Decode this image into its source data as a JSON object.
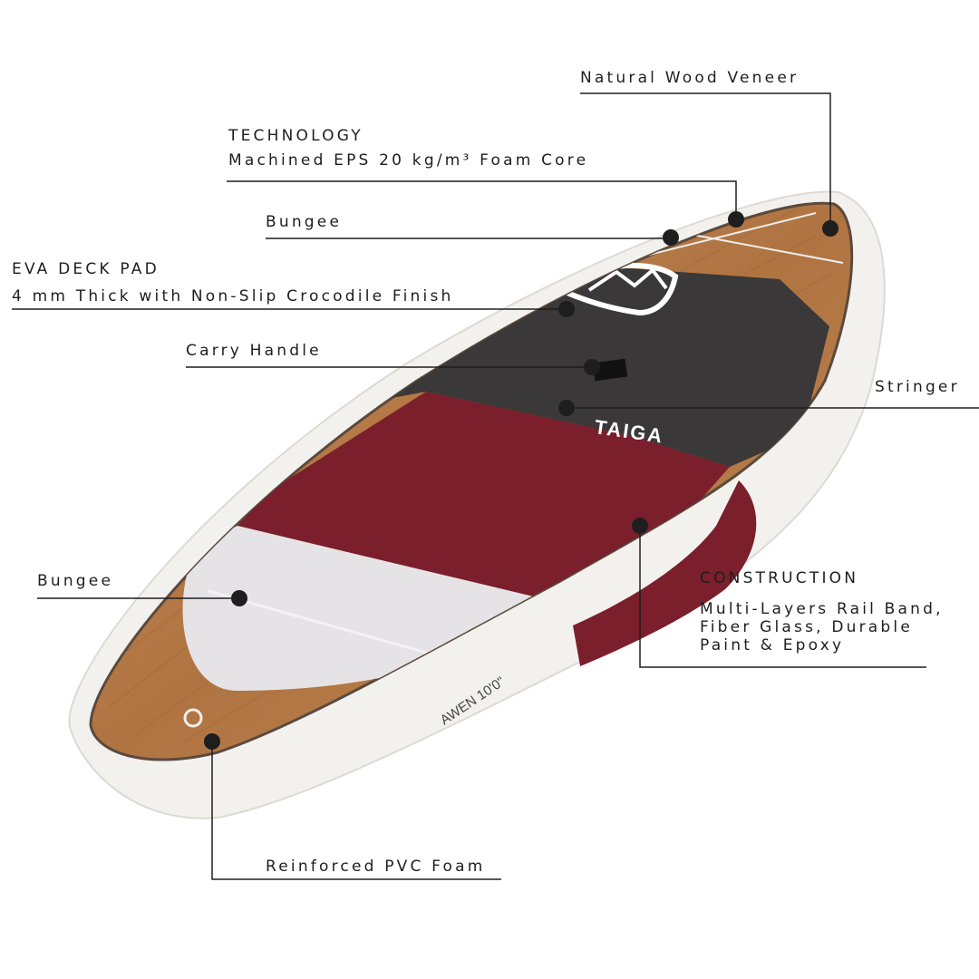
{
  "colors": {
    "wood": "#b77a45",
    "rail": "#f3f1ee",
    "pad_dark": "#3a3838",
    "pad_red": "#7a1f2b",
    "pad_tail": "#e6e3e7",
    "line": "#1e1e1e"
  },
  "board_logos": {
    "pad_logo": "TAIGA",
    "rail_logo": "AWEN 10'0\""
  },
  "callouts": {
    "wood_veneer": "Natural Wood Veneer",
    "technology_title": "TECHNOLOGY",
    "technology_text": "Machined EPS 20 kg/m³ Foam Core",
    "bungee_nose": "Bungee",
    "eva_title": "EVA DECK PAD",
    "eva_text": "4 mm Thick with Non-Slip Crocodile Finish",
    "carry_handle": "Carry Handle",
    "stringer": "Stringer",
    "construction_title": "CONSTRUCTION",
    "construction_lines": [
      "Multi-Layers Rail Band,",
      "Fiber Glass, Durable",
      "Paint & Epoxy"
    ],
    "bungee_tail": "Bungee",
    "pvc_foam": "Reinforced PVC Foam"
  }
}
